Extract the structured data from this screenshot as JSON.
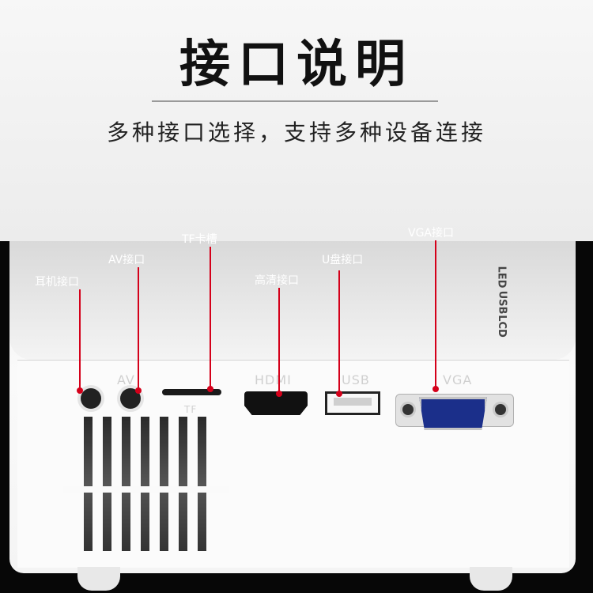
{
  "header": {
    "title": "接口说明",
    "subtitle": "多种接口选择，支持多种设备连接"
  },
  "device": {
    "embossed": {
      "av": "AV",
      "hdmi": "HDMI",
      "usb": "USB",
      "vga": "VGA",
      "tf": "TF"
    },
    "side_marks": [
      "LED",
      "USB",
      "LCD"
    ]
  },
  "callouts": {
    "headphone": "耳机接口",
    "av": "AV接口",
    "tf": "TF卡槽",
    "hdmi": "高清接口",
    "usb": "U盘接口",
    "vga": "VGA接口"
  },
  "colors": {
    "leader": "#d4001a",
    "vga_port": "#1b2f8a"
  }
}
